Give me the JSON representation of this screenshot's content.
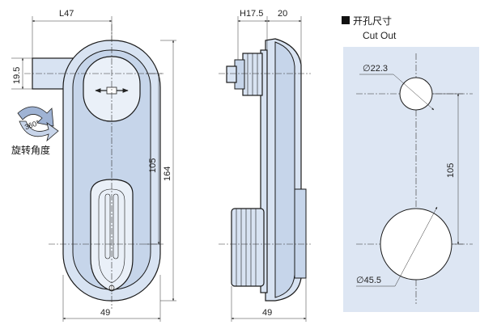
{
  "front_view": {
    "dim_top": "L47",
    "dim_left": "19.5",
    "dim_inner_height": "105",
    "dim_total_height": "164",
    "dim_bottom": "49",
    "rotation_badge": "360°",
    "rotation_label": "旋转角度"
  },
  "side_view": {
    "dim_top_a": "H17.5",
    "dim_top_b": "20",
    "dim_bottom": "49"
  },
  "cutout": {
    "title": "开孔尺寸",
    "subtitle": "Cut Out",
    "dia_small": "∅22.3",
    "dia_large": "∅45.5",
    "dim_spacing": "105",
    "panel_color": "#dde6f3"
  },
  "colors": {
    "body": "#d8e3f2",
    "accent": "#2e4a8a"
  }
}
